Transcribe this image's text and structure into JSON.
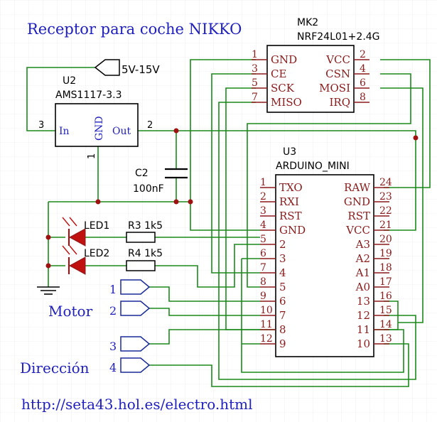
{
  "title": "Receptor para coche NIKKO",
  "url": "http://seta43.hol.es/electro.html",
  "colors": {
    "wire": "#1a8a1a",
    "pin": "#8b1a1a",
    "blue_text": "#2020c0",
    "led_red": "#c01010"
  },
  "power_label": "5V-15V",
  "regulator": {
    "ref": "U2",
    "value": "AMS1117-3.3",
    "pin_in": "In",
    "pin_in_num": "3",
    "pin_out": "Out",
    "pin_out_num": "2",
    "pin_gnd": "GND",
    "pin_gnd_num": "1"
  },
  "capacitor": {
    "ref": "C2",
    "value": "100nF"
  },
  "radio": {
    "ref": "MK2",
    "value": "NRF24L01+2.4G",
    "left_pins": [
      {
        "num": "1",
        "name": "GND"
      },
      {
        "num": "3",
        "name": "CE"
      },
      {
        "num": "5",
        "name": "SCK"
      },
      {
        "num": "7",
        "name": "MISO"
      }
    ],
    "right_pins": [
      {
        "num": "2",
        "name": "VCC"
      },
      {
        "num": "4",
        "name": "CSN"
      },
      {
        "num": "6",
        "name": "MOSI"
      },
      {
        "num": "8",
        "name": "IRQ"
      }
    ]
  },
  "arduino": {
    "ref": "U3",
    "value": "ARDUINO_MINI",
    "left_pins": [
      {
        "num": "1",
        "name": "TXO"
      },
      {
        "num": "2",
        "name": "RXI"
      },
      {
        "num": "3",
        "name": "RST"
      },
      {
        "num": "4",
        "name": "GND"
      },
      {
        "num": "5",
        "name": "2"
      },
      {
        "num": "6",
        "name": "3"
      },
      {
        "num": "7",
        "name": "4"
      },
      {
        "num": "8",
        "name": "5"
      },
      {
        "num": "9",
        "name": "6"
      },
      {
        "num": "10",
        "name": "7"
      },
      {
        "num": "11",
        "name": "8"
      },
      {
        "num": "12",
        "name": "9"
      }
    ],
    "right_pins": [
      {
        "num": "24",
        "name": "RAW"
      },
      {
        "num": "23",
        "name": "GND"
      },
      {
        "num": "22",
        "name": "RST"
      },
      {
        "num": "21",
        "name": "VCC"
      },
      {
        "num": "20",
        "name": "A3"
      },
      {
        "num": "19",
        "name": "A2"
      },
      {
        "num": "18",
        "name": "A1"
      },
      {
        "num": "17",
        "name": "A0"
      },
      {
        "num": "16",
        "name": "13"
      },
      {
        "num": "15",
        "name": "12"
      },
      {
        "num": "14",
        "name": "11"
      },
      {
        "num": "13",
        "name": "10"
      }
    ]
  },
  "led1": {
    "ref": "LED1",
    "resistor": "R3 1k5"
  },
  "led2": {
    "ref": "LED2",
    "resistor": "R4 1k5"
  },
  "motor": {
    "label": "Motor",
    "ports": [
      "1",
      "2"
    ]
  },
  "direccion": {
    "label": "Dirección",
    "ports": [
      "3",
      "4"
    ]
  }
}
